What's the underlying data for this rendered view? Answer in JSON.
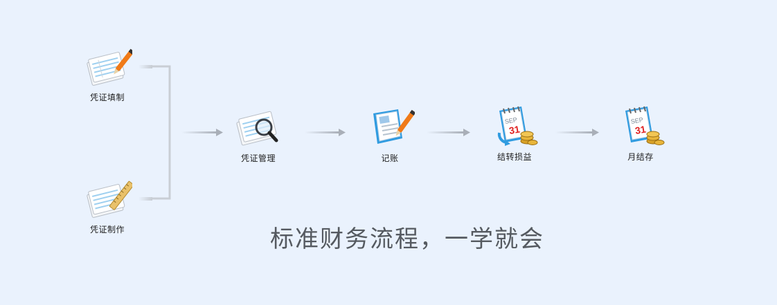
{
  "steps": {
    "voucher_entry": "凭证填制",
    "voucher_create": "凭证制作",
    "voucher_manage": "凭证管理",
    "bookkeeping": "记账",
    "profit_loss": "结转损益",
    "month_end": "月结存"
  },
  "calendar": {
    "month": "SEP",
    "day": "31"
  },
  "tagline": "标准财务流程，一学就会",
  "colors": {
    "background": "#eaf2fd",
    "connector": "#c7ccd3",
    "arrow": "#a9afb8",
    "calendar_blue": "#2f9be0",
    "calendar_red": "#e02020",
    "coin_gold": "#e8b53a"
  }
}
